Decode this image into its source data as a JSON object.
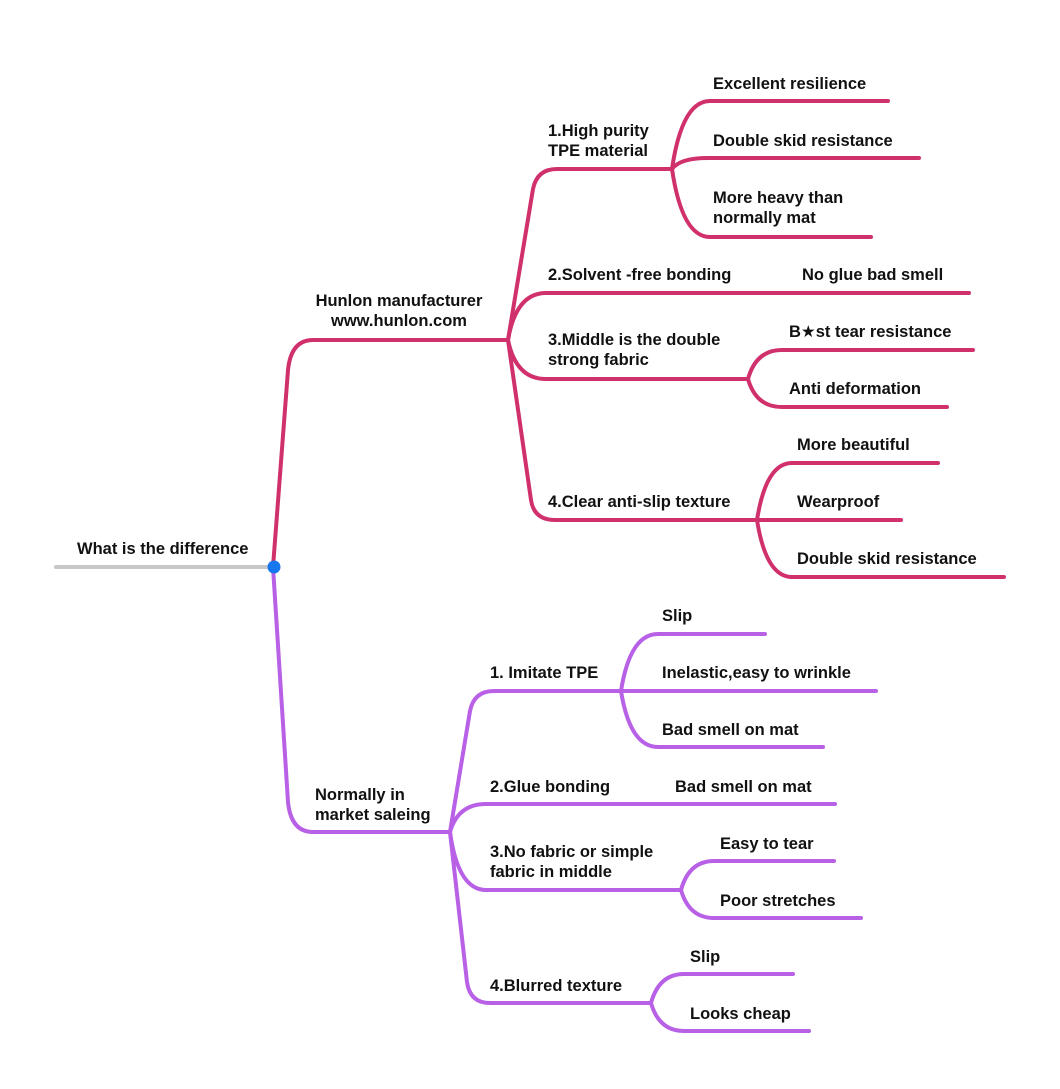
{
  "colors": {
    "root_line": "#c8c8c8",
    "root_dot": "#1677ee",
    "branch_top": "#d0306c",
    "branch_bottom": "#b860e6"
  },
  "root": {
    "label": "What is the difference"
  },
  "branch_top": {
    "title_line1": "Hunlon manufacturer",
    "title_line2": "www.hunlon.com",
    "items": [
      {
        "line1": "1.High purity",
        "line2": "TPE material",
        "leaves": [
          {
            "line1": "Excellent resilience"
          },
          {
            "line1": "Double skid resistance"
          },
          {
            "line1": "More heavy than",
            "line2": "normally mat"
          }
        ]
      },
      {
        "line1": "2.Solvent -free bonding",
        "leaves": [
          {
            "line1": "No glue bad smell"
          }
        ]
      },
      {
        "line1": "3.Middle is the double",
        "line2": "strong fabric",
        "leaves": [
          {
            "line1": "B★st tear resistance"
          },
          {
            "line1": "Anti deformation"
          }
        ]
      },
      {
        "line1": "4.Clear anti-slip texture",
        "leaves": [
          {
            "line1": "More beautiful"
          },
          {
            "line1": "Wearproof"
          },
          {
            "line1": "Double skid resistance"
          }
        ]
      }
    ]
  },
  "branch_bottom": {
    "title_line1": "Normally in",
    "title_line2": "market saleing",
    "items": [
      {
        "line1": "1. Imitate TPE",
        "leaves": [
          {
            "line1": "Slip"
          },
          {
            "line1": "Inelastic,easy to wrinkle"
          },
          {
            "line1": "Bad smell on mat"
          }
        ]
      },
      {
        "line1": "2.Glue bonding",
        "leaves": [
          {
            "line1": "Bad smell on mat"
          }
        ]
      },
      {
        "line1": "3.No fabric or simple",
        "line2": "fabric in middle",
        "leaves": [
          {
            "line1": "Easy to tear"
          },
          {
            "line1": "Poor stretches"
          }
        ]
      },
      {
        "line1": "4.Blurred texture",
        "leaves": [
          {
            "line1": "Slip"
          },
          {
            "line1": "Looks cheap"
          }
        ]
      }
    ]
  }
}
